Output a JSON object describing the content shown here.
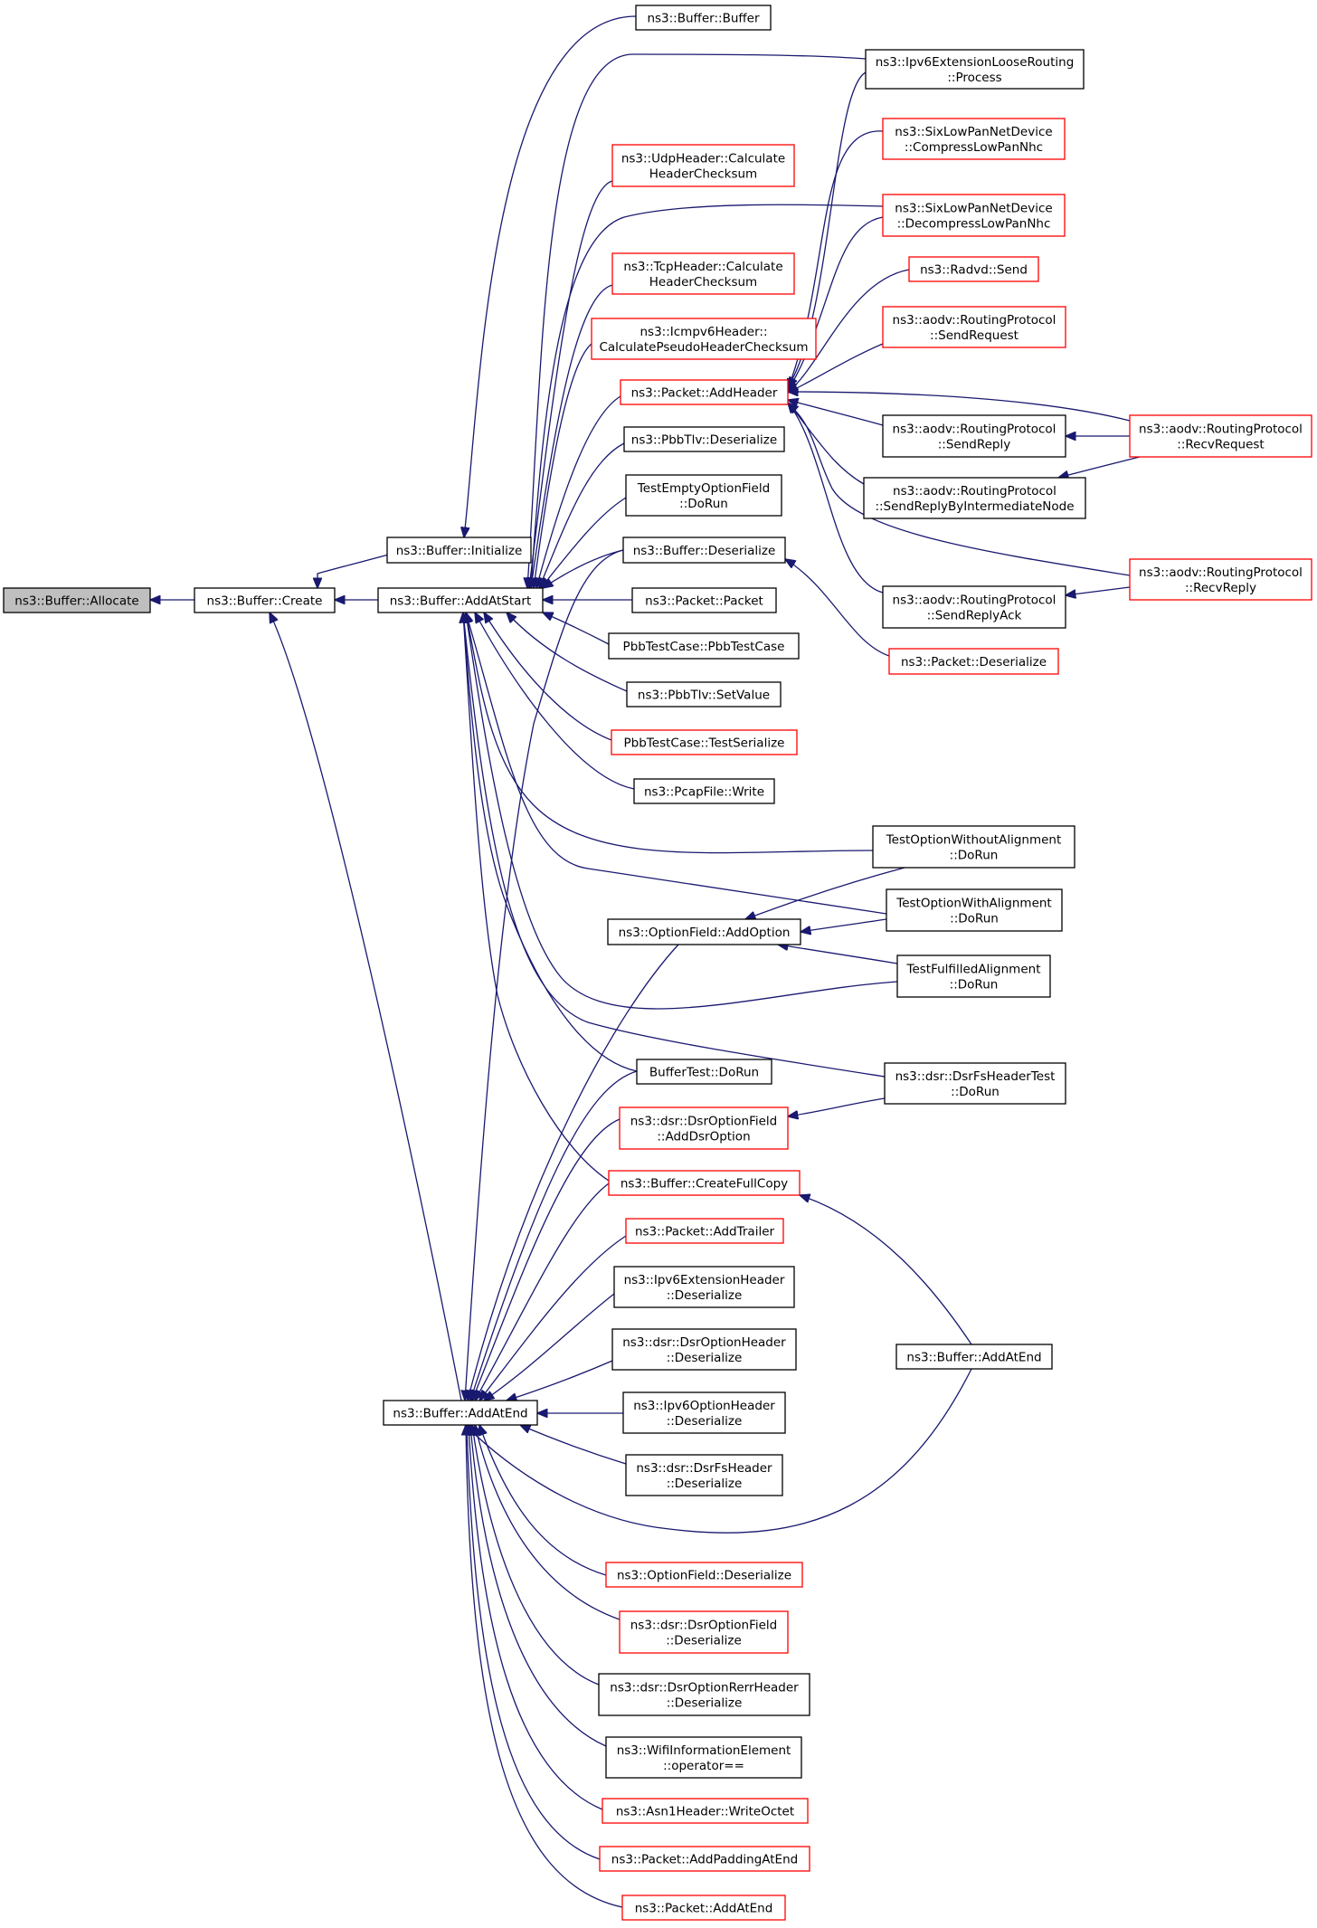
{
  "colors": {
    "edge": "#191970",
    "border_default": "#000000",
    "border_incomplete": "#ff0000",
    "focus_fill": "#bfbfbf",
    "background": "#ffffff"
  },
  "nodes": [
    {
      "id": "allocate",
      "lines": [
        "ns3::Buffer::Allocate"
      ],
      "style": "focus"
    },
    {
      "id": "create",
      "lines": [
        "ns3::Buffer::Create"
      ],
      "style": "default"
    },
    {
      "id": "initialize",
      "lines": [
        "ns3::Buffer::Initialize"
      ],
      "style": "default"
    },
    {
      "id": "addatstart",
      "lines": [
        "ns3::Buffer::AddAtStart"
      ],
      "style": "default"
    },
    {
      "id": "addatend",
      "lines": [
        "ns3::Buffer::AddAtEnd"
      ],
      "style": "default"
    },
    {
      "id": "buffer_buffer",
      "lines": [
        "ns3::Buffer::Buffer"
      ],
      "style": "default"
    },
    {
      "id": "udp_checksum",
      "lines": [
        "ns3::UdpHeader::Calculate",
        "HeaderChecksum"
      ],
      "style": "incomplete"
    },
    {
      "id": "tcp_checksum",
      "lines": [
        "ns3::TcpHeader::Calculate",
        "HeaderChecksum"
      ],
      "style": "incomplete"
    },
    {
      "id": "icmpv6_checksum",
      "lines": [
        "ns3::Icmpv6Header::",
        "CalculatePseudoHeaderChecksum"
      ],
      "style": "incomplete"
    },
    {
      "id": "packet_addheader",
      "lines": [
        "ns3::Packet::AddHeader"
      ],
      "style": "incomplete"
    },
    {
      "id": "pbbtlv_deserialize",
      "lines": [
        "ns3::PbbTlv::Deserialize"
      ],
      "style": "default"
    },
    {
      "id": "testemptyoptionfield",
      "lines": [
        "TestEmptyOptionField",
        "::DoRun"
      ],
      "style": "default"
    },
    {
      "id": "buffer_deserialize",
      "lines": [
        "ns3::Buffer::Deserialize"
      ],
      "style": "default"
    },
    {
      "id": "packet_packet",
      "lines": [
        "ns3::Packet::Packet"
      ],
      "style": "default"
    },
    {
      "id": "pbbtestcase",
      "lines": [
        "PbbTestCase::PbbTestCase"
      ],
      "style": "default"
    },
    {
      "id": "pbbtlv_setvalue",
      "lines": [
        "ns3::PbbTlv::SetValue"
      ],
      "style": "default"
    },
    {
      "id": "pbb_testserialize",
      "lines": [
        "PbbTestCase::TestSerialize"
      ],
      "style": "incomplete"
    },
    {
      "id": "pcapfile_write",
      "lines": [
        "ns3::PcapFile::Write"
      ],
      "style": "default"
    },
    {
      "id": "optionfield_addoption",
      "lines": [
        "ns3::OptionField::AddOption"
      ],
      "style": "default"
    },
    {
      "id": "buffertest_dorun",
      "lines": [
        "BufferTest::DoRun"
      ],
      "style": "default"
    },
    {
      "id": "dsr_addoption",
      "lines": [
        "ns3::dsr::DsrOptionField",
        "::AddDsrOption"
      ],
      "style": "incomplete"
    },
    {
      "id": "createfullcopy",
      "lines": [
        "ns3::Buffer::CreateFullCopy"
      ],
      "style": "incomplete"
    },
    {
      "id": "packet_addtrailer",
      "lines": [
        "ns3::Packet::AddTrailer"
      ],
      "style": "incomplete"
    },
    {
      "id": "ipv6ext_deserialize",
      "lines": [
        "ns3::Ipv6ExtensionHeader",
        "::Deserialize"
      ],
      "style": "default"
    },
    {
      "id": "dsroptionheader_deserialize",
      "lines": [
        "ns3::dsr::DsrOptionHeader",
        "::Deserialize"
      ],
      "style": "default"
    },
    {
      "id": "ipv6option_deserialize",
      "lines": [
        "ns3::Ipv6OptionHeader",
        "::Deserialize"
      ],
      "style": "default"
    },
    {
      "id": "dsrfsheader_deserialize",
      "lines": [
        "ns3::dsr::DsrFsHeader",
        "::Deserialize"
      ],
      "style": "default"
    },
    {
      "id": "optionfield_deserialize",
      "lines": [
        "ns3::OptionField::Deserialize"
      ],
      "style": "incomplete"
    },
    {
      "id": "dsroptionfield_deserialize",
      "lines": [
        "ns3::dsr::DsrOptionField",
        "::Deserialize"
      ],
      "style": "incomplete"
    },
    {
      "id": "dsrrerr_deserialize",
      "lines": [
        "ns3::dsr::DsrOptionRerrHeader",
        "::Deserialize"
      ],
      "style": "default"
    },
    {
      "id": "wifi_operator",
      "lines": [
        "ns3::WifiInformationElement",
        "::operator=="
      ],
      "style": "default"
    },
    {
      "id": "asn1_writeoctet",
      "lines": [
        "ns3::Asn1Header::WriteOctet"
      ],
      "style": "incomplete"
    },
    {
      "id": "packet_addpadding",
      "lines": [
        "ns3::Packet::AddPaddingAtEnd"
      ],
      "style": "incomplete"
    },
    {
      "id": "packet_addatend",
      "lines": [
        "ns3::Packet::AddAtEnd"
      ],
      "style": "incomplete"
    },
    {
      "id": "ipv6loose_process",
      "lines": [
        "ns3::Ipv6ExtensionLooseRouting",
        "::Process"
      ],
      "style": "default"
    },
    {
      "id": "sixlowpan_compress",
      "lines": [
        "ns3::SixLowPanNetDevice",
        "::CompressLowPanNhc"
      ],
      "style": "incomplete"
    },
    {
      "id": "sixlowpan_decompress",
      "lines": [
        "ns3::SixLowPanNetDevice",
        "::DecompressLowPanNhc"
      ],
      "style": "incomplete"
    },
    {
      "id": "radvd_send",
      "lines": [
        "ns3::Radvd::Send"
      ],
      "style": "incomplete"
    },
    {
      "id": "aodv_sendrequest",
      "lines": [
        "ns3::aodv::RoutingProtocol",
        "::SendRequest"
      ],
      "style": "incomplete"
    },
    {
      "id": "aodv_sendreply",
      "lines": [
        "ns3::aodv::RoutingProtocol",
        "::SendReply"
      ],
      "style": "default"
    },
    {
      "id": "aodv_sendreplyintermediate",
      "lines": [
        "ns3::aodv::RoutingProtocol",
        "::SendReplyByIntermediateNode"
      ],
      "style": "default"
    },
    {
      "id": "aodv_sendreplyack",
      "lines": [
        "ns3::aodv::RoutingProtocol",
        "::SendReplyAck"
      ],
      "style": "default"
    },
    {
      "id": "packet_deserialize",
      "lines": [
        "ns3::Packet::Deserialize"
      ],
      "style": "incomplete"
    },
    {
      "id": "testoptionwithoutalignment",
      "lines": [
        "TestOptionWithoutAlignment",
        "::DoRun"
      ],
      "style": "default"
    },
    {
      "id": "testoptionwithalignment",
      "lines": [
        "TestOptionWithAlignment",
        "::DoRun"
      ],
      "style": "default"
    },
    {
      "id": "testfulfilledalignment",
      "lines": [
        "TestFulfilledAlignment",
        "::DoRun"
      ],
      "style": "default"
    },
    {
      "id": "dsrfsheadertest",
      "lines": [
        "ns3::dsr::DsrFsHeaderTest",
        "::DoRun"
      ],
      "style": "default"
    },
    {
      "id": "buffer_addatend2",
      "lines": [
        "ns3::Buffer::AddAtEnd"
      ],
      "style": "default"
    },
    {
      "id": "aodv_recvrequest",
      "lines": [
        "ns3::aodv::RoutingProtocol",
        "::RecvRequest"
      ],
      "style": "incomplete"
    },
    {
      "id": "aodv_recvreply",
      "lines": [
        "ns3::aodv::RoutingProtocol",
        "::RecvReply"
      ],
      "style": "incomplete"
    }
  ],
  "edges": [
    {
      "from": "create",
      "to": "allocate"
    },
    {
      "from": "initialize",
      "to": "create"
    },
    {
      "from": "addatstart",
      "to": "create"
    },
    {
      "from": "addatend",
      "to": "create"
    },
    {
      "from": "buffer_buffer",
      "to": "initialize"
    },
    {
      "from": "ipv6loose_process",
      "to": "addatstart"
    },
    {
      "from": "udp_checksum",
      "to": "addatstart"
    },
    {
      "from": "sixlowpan_decompress",
      "to": "addatstart"
    },
    {
      "from": "tcp_checksum",
      "to": "addatstart"
    },
    {
      "from": "icmpv6_checksum",
      "to": "addatstart"
    },
    {
      "from": "packet_addheader",
      "to": "addatstart"
    },
    {
      "from": "pbbtlv_deserialize",
      "to": "addatstart"
    },
    {
      "from": "testemptyoptionfield",
      "to": "addatstart"
    },
    {
      "from": "buffer_deserialize",
      "to": "addatstart"
    },
    {
      "from": "packet_packet",
      "to": "addatstart"
    },
    {
      "from": "pbbtestcase",
      "to": "addatstart"
    },
    {
      "from": "pbbtlv_setvalue",
      "to": "addatstart"
    },
    {
      "from": "pbb_testserialize",
      "to": "addatstart"
    },
    {
      "from": "pcapfile_write",
      "to": "addatstart"
    },
    {
      "from": "testoptionwithoutalignment",
      "to": "addatstart"
    },
    {
      "from": "testoptionwithalignment",
      "to": "addatstart"
    },
    {
      "from": "testfulfilledalignment",
      "to": "addatstart"
    },
    {
      "from": "dsrfsheadertest",
      "to": "addatstart"
    },
    {
      "from": "buffertest_dorun",
      "to": "addatstart"
    },
    {
      "from": "createfullcopy",
      "to": "addatstart"
    },
    {
      "from": "sixlowpan_compress",
      "to": "packet_addheader"
    },
    {
      "from": "sixlowpan_decompress",
      "to": "packet_addheader"
    },
    {
      "from": "radvd_send",
      "to": "packet_addheader"
    },
    {
      "from": "aodv_sendrequest",
      "to": "packet_addheader"
    },
    {
      "from": "aodv_sendreply",
      "to": "packet_addheader"
    },
    {
      "from": "aodv_sendreplyintermediate",
      "to": "packet_addheader"
    },
    {
      "from": "aodv_sendreplyack",
      "to": "packet_addheader"
    },
    {
      "from": "aodv_recvrequest",
      "to": "packet_addheader"
    },
    {
      "from": "aodv_recvreply",
      "to": "packet_addheader"
    },
    {
      "from": "ipv6loose_process",
      "to": "packet_addheader"
    },
    {
      "from": "aodv_recvrequest",
      "to": "aodv_sendreply"
    },
    {
      "from": "aodv_recvrequest",
      "to": "aodv_sendreplyintermediate"
    },
    {
      "from": "aodv_recvreply",
      "to": "aodv_sendreplyack"
    },
    {
      "from": "packet_deserialize",
      "to": "buffer_deserialize"
    },
    {
      "from": "testoptionwithoutalignment",
      "to": "optionfield_addoption"
    },
    {
      "from": "testoptionwithalignment",
      "to": "optionfield_addoption"
    },
    {
      "from": "testfulfilledalignment",
      "to": "optionfield_addoption"
    },
    {
      "from": "dsrfsheadertest",
      "to": "dsr_addoption"
    },
    {
      "from": "buffer_addatend2",
      "to": "createfullcopy"
    },
    {
      "from": "buffer_addatend2",
      "to": "addatend"
    },
    {
      "from": "buffer_deserialize",
      "to": "addatend"
    },
    {
      "from": "optionfield_addoption",
      "to": "addatend"
    },
    {
      "from": "buffertest_dorun",
      "to": "addatend"
    },
    {
      "from": "dsr_addoption",
      "to": "addatend"
    },
    {
      "from": "createfullcopy",
      "to": "addatend"
    },
    {
      "from": "packet_addtrailer",
      "to": "addatend"
    },
    {
      "from": "ipv6ext_deserialize",
      "to": "addatend"
    },
    {
      "from": "dsroptionheader_deserialize",
      "to": "addatend"
    },
    {
      "from": "ipv6option_deserialize",
      "to": "addatend"
    },
    {
      "from": "dsrfsheader_deserialize",
      "to": "addatend"
    },
    {
      "from": "optionfield_deserialize",
      "to": "addatend"
    },
    {
      "from": "dsroptionfield_deserialize",
      "to": "addatend"
    },
    {
      "from": "dsrrerr_deserialize",
      "to": "addatend"
    },
    {
      "from": "wifi_operator",
      "to": "addatend"
    },
    {
      "from": "asn1_writeoctet",
      "to": "addatend"
    },
    {
      "from": "packet_addpadding",
      "to": "addatend"
    },
    {
      "from": "packet_addatend",
      "to": "addatend"
    }
  ]
}
